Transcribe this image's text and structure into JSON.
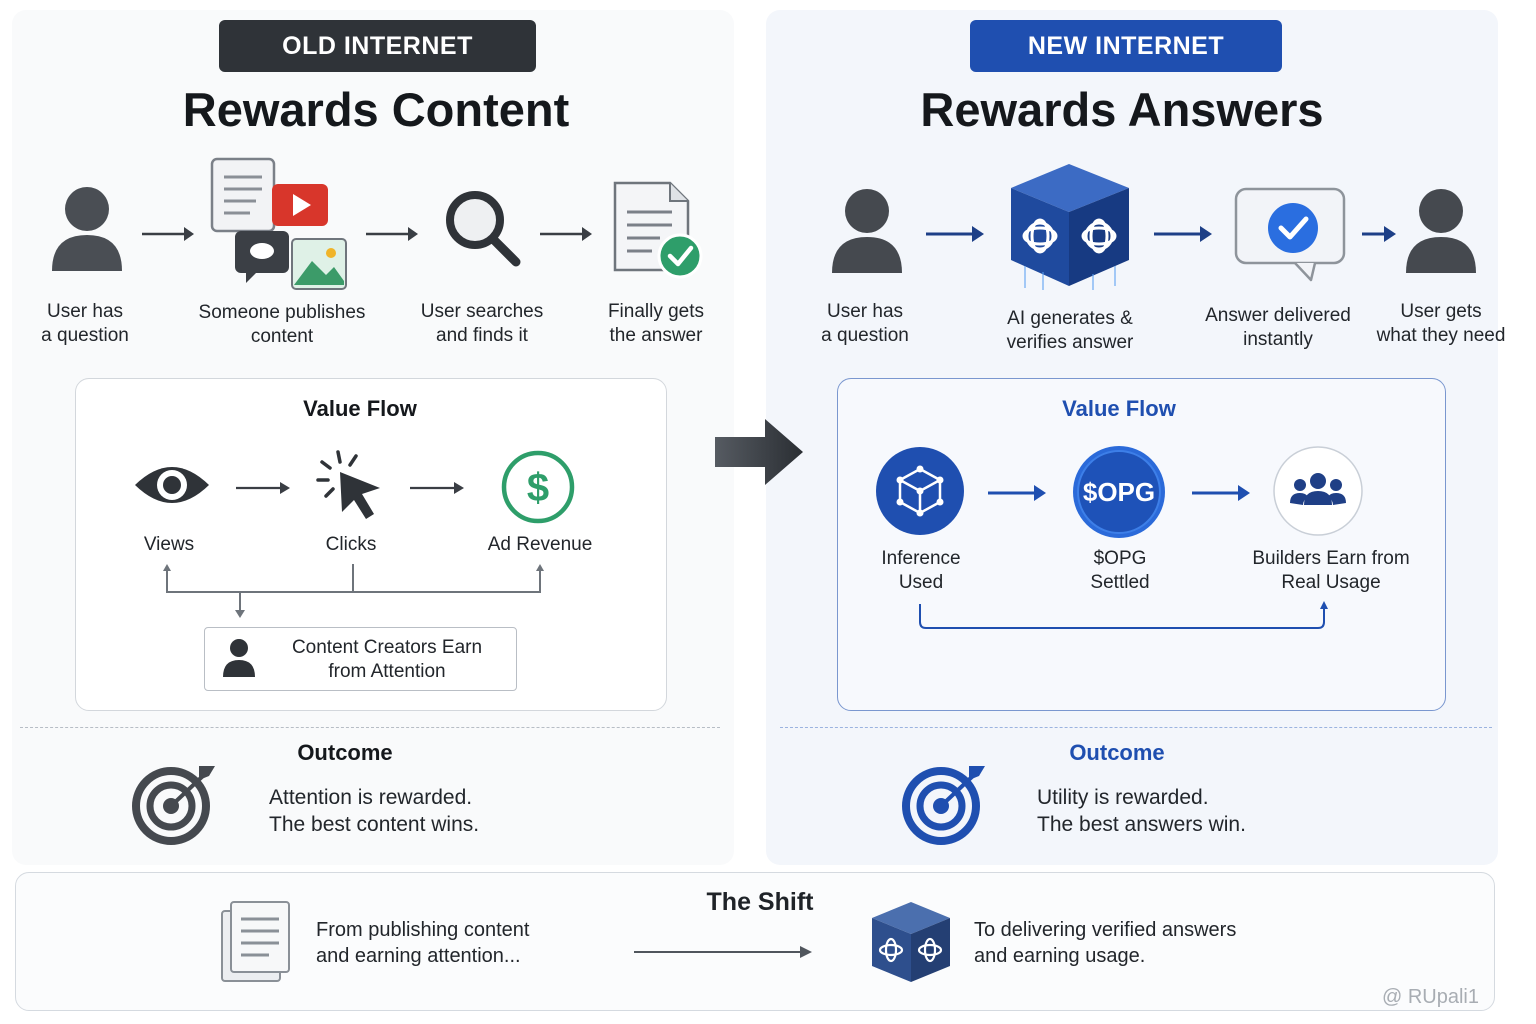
{
  "old": {
    "badge": "OLD INTERNET",
    "title": "Rewards Content",
    "steps": [
      {
        "label_1": "User has",
        "label_2": "a question",
        "icon": "person-icon"
      },
      {
        "label_1": "Someone publishes",
        "label_2": "content",
        "icon": "media-content-icon"
      },
      {
        "label_1": "User searches",
        "label_2": "and finds it",
        "icon": "magnifier-icon"
      },
      {
        "label_1": "Finally gets",
        "label_2": "the answer",
        "icon": "document-check-icon"
      }
    ],
    "value_flow": {
      "title": "Value Flow",
      "nodes": [
        {
          "label": "Views",
          "icon": "eye-icon"
        },
        {
          "label": "Clicks",
          "icon": "cursor-click-icon"
        },
        {
          "label": "Ad Revenue",
          "icon": "dollar-icon"
        }
      ],
      "result_1": "Content Creators Earn",
      "result_2": "from Attention"
    },
    "outcome": {
      "title": "Outcome",
      "line_1": "Attention is rewarded.",
      "line_2": "The best content wins."
    }
  },
  "new": {
    "badge": "NEW INTERNET",
    "title": "Rewards Answers",
    "steps": [
      {
        "label_1": "User has",
        "label_2": "a question",
        "icon": "person-icon"
      },
      {
        "label_1": "AI generates &",
        "label_2": "verifies answer",
        "icon": "ai-cube-icon"
      },
      {
        "label_1": "Answer delivered",
        "label_2": "instantly",
        "icon": "chat-check-icon"
      },
      {
        "label_1": "User gets",
        "label_2": "what they need",
        "icon": "person-icon"
      }
    ],
    "value_flow": {
      "title": "Value Flow",
      "nodes": [
        {
          "label_1": "Inference",
          "label_2": "Used",
          "icon": "network-cube-icon"
        },
        {
          "label_1": "$OPG",
          "label_2": "Settled",
          "icon": "opg-token-icon",
          "token": "$OPG"
        },
        {
          "label_1": "Builders Earn from",
          "label_2": "Real Usage",
          "icon": "group-icon"
        }
      ]
    },
    "outcome": {
      "title": "Outcome",
      "line_1": "Utility is rewarded.",
      "line_2": "The best answers win."
    }
  },
  "shift": {
    "title": "The Shift",
    "from_1": "From publishing content",
    "from_2": "and earning attention...",
    "to_1": "To delivering verified answers",
    "to_2": "and earning usage."
  },
  "watermark": "@ RUpali1",
  "colors": {
    "dark": "#2f3338",
    "blue": "#1f4fb0",
    "green": "#2e9e6a",
    "red": "#d63a2f"
  }
}
